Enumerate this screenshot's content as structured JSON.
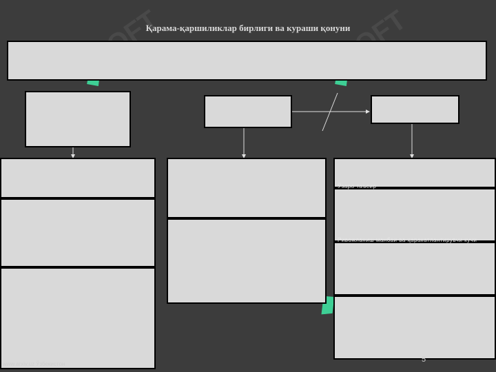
{
  "slide": {
    "title": "Қарама-қаршиликлар бирлиги ва кураши қонуни",
    "right_label_1": "Ўзаро таъсир",
    "right_label_2": "Ривожланиш манбаи ва ҳаракатлантирувчи кучи",
    "footer_left": "www.arxiv.uz  Ўзбекистон",
    "page_number": "5"
  },
  "watermark": {
    "text": "SOFT",
    "colors": {
      "logo": "#3fe0a0",
      "text": "#5a5a5a"
    }
  },
  "colors": {
    "background": "#3c3c3c",
    "box_fill": "#d9d9d9",
    "box_border": "#000000",
    "title": "#d8d8d8"
  }
}
